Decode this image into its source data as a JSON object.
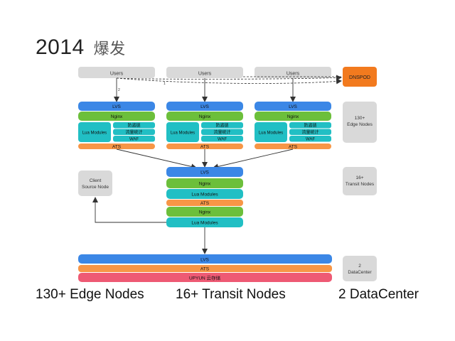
{
  "slide": {
    "title_year": "2014",
    "title_cn": "爆发"
  },
  "top": {
    "users": [
      "Users",
      "Users",
      "Users"
    ],
    "dnspod": "DNSPOD",
    "arrow_num_left": "2",
    "arrow_num_mid": "1"
  },
  "edge": {
    "lvs": "LVS",
    "nginx": "Nginx",
    "lua_modules": "Lua Modules",
    "sub_modules": [
      "防盗链",
      "流量统计",
      "WAF"
    ],
    "ats": "ATS"
  },
  "transit": {
    "lvs": "LVS",
    "nginx1": "Nginx",
    "lua1": "Lua Modules",
    "ats": "ATS",
    "nginx2": "Nginx",
    "lua2": "Lua Modules"
  },
  "client_source": [
    "Client",
    "Source Node"
  ],
  "datacenter": {
    "lvs": "LVS",
    "ats": "ATS",
    "storage": "UPYUN 云存储"
  },
  "side_labels": {
    "edge": [
      "130+",
      "Edge Nodes"
    ],
    "transit": [
      "16+",
      "Transit Nodes"
    ],
    "dc": [
      "2",
      "DataCenter"
    ]
  },
  "footer": {
    "edge": "130+ Edge Nodes",
    "transit": "16+ Transit Nodes",
    "dc": "2 DataCenter"
  },
  "colors": {
    "blue": "#3b87e6",
    "green": "#6cbf3b",
    "teal": "#21bfc4",
    "orange": "#f79646",
    "pink": "#ee5a74",
    "gray": "#d9d9d9",
    "dnspod": "#f27a1e"
  }
}
